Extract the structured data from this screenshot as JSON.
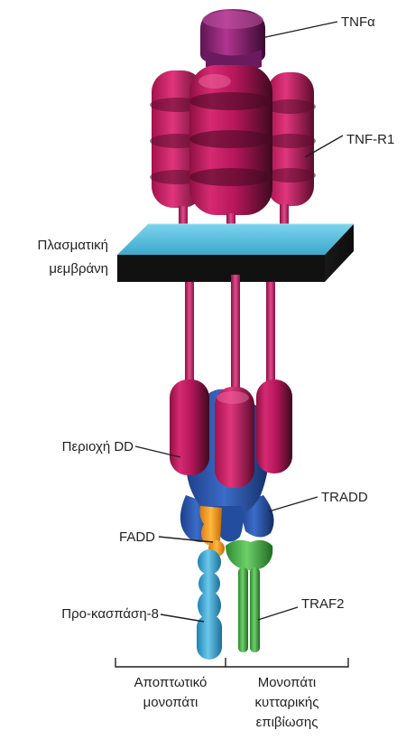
{
  "labels": {
    "tnfa": "TNFα",
    "tnf_r1": "TNF-R1",
    "membrane_line1": "Πλασματική",
    "membrane_line2": "μεμβράνη",
    "dd": "Περιοχή DD",
    "tradd": "TRADD",
    "fadd": "FADD",
    "procaspase": "Προ-κασπάση-8",
    "traf2": "TRAF2",
    "apoptotic_line1": "Αποπτωτικό",
    "apoptotic_line2": "μονοπάτι",
    "survival_line1": "Μονοπάτι",
    "survival_line2": "κυτταρικής",
    "survival_line3": "επιβίωσης"
  },
  "colors": {
    "tnfa": "#7b1f6b",
    "receptor": "#c4195f",
    "receptor_dark": "#6a0d33",
    "membrane_top": "#5cc3e0",
    "membrane_bottom": "#101010",
    "tradd": "#2f59b0",
    "fadd": "#f59b20",
    "procaspase": "#3aa7d6",
    "traf2": "#47b548",
    "text": "#231f20"
  }
}
